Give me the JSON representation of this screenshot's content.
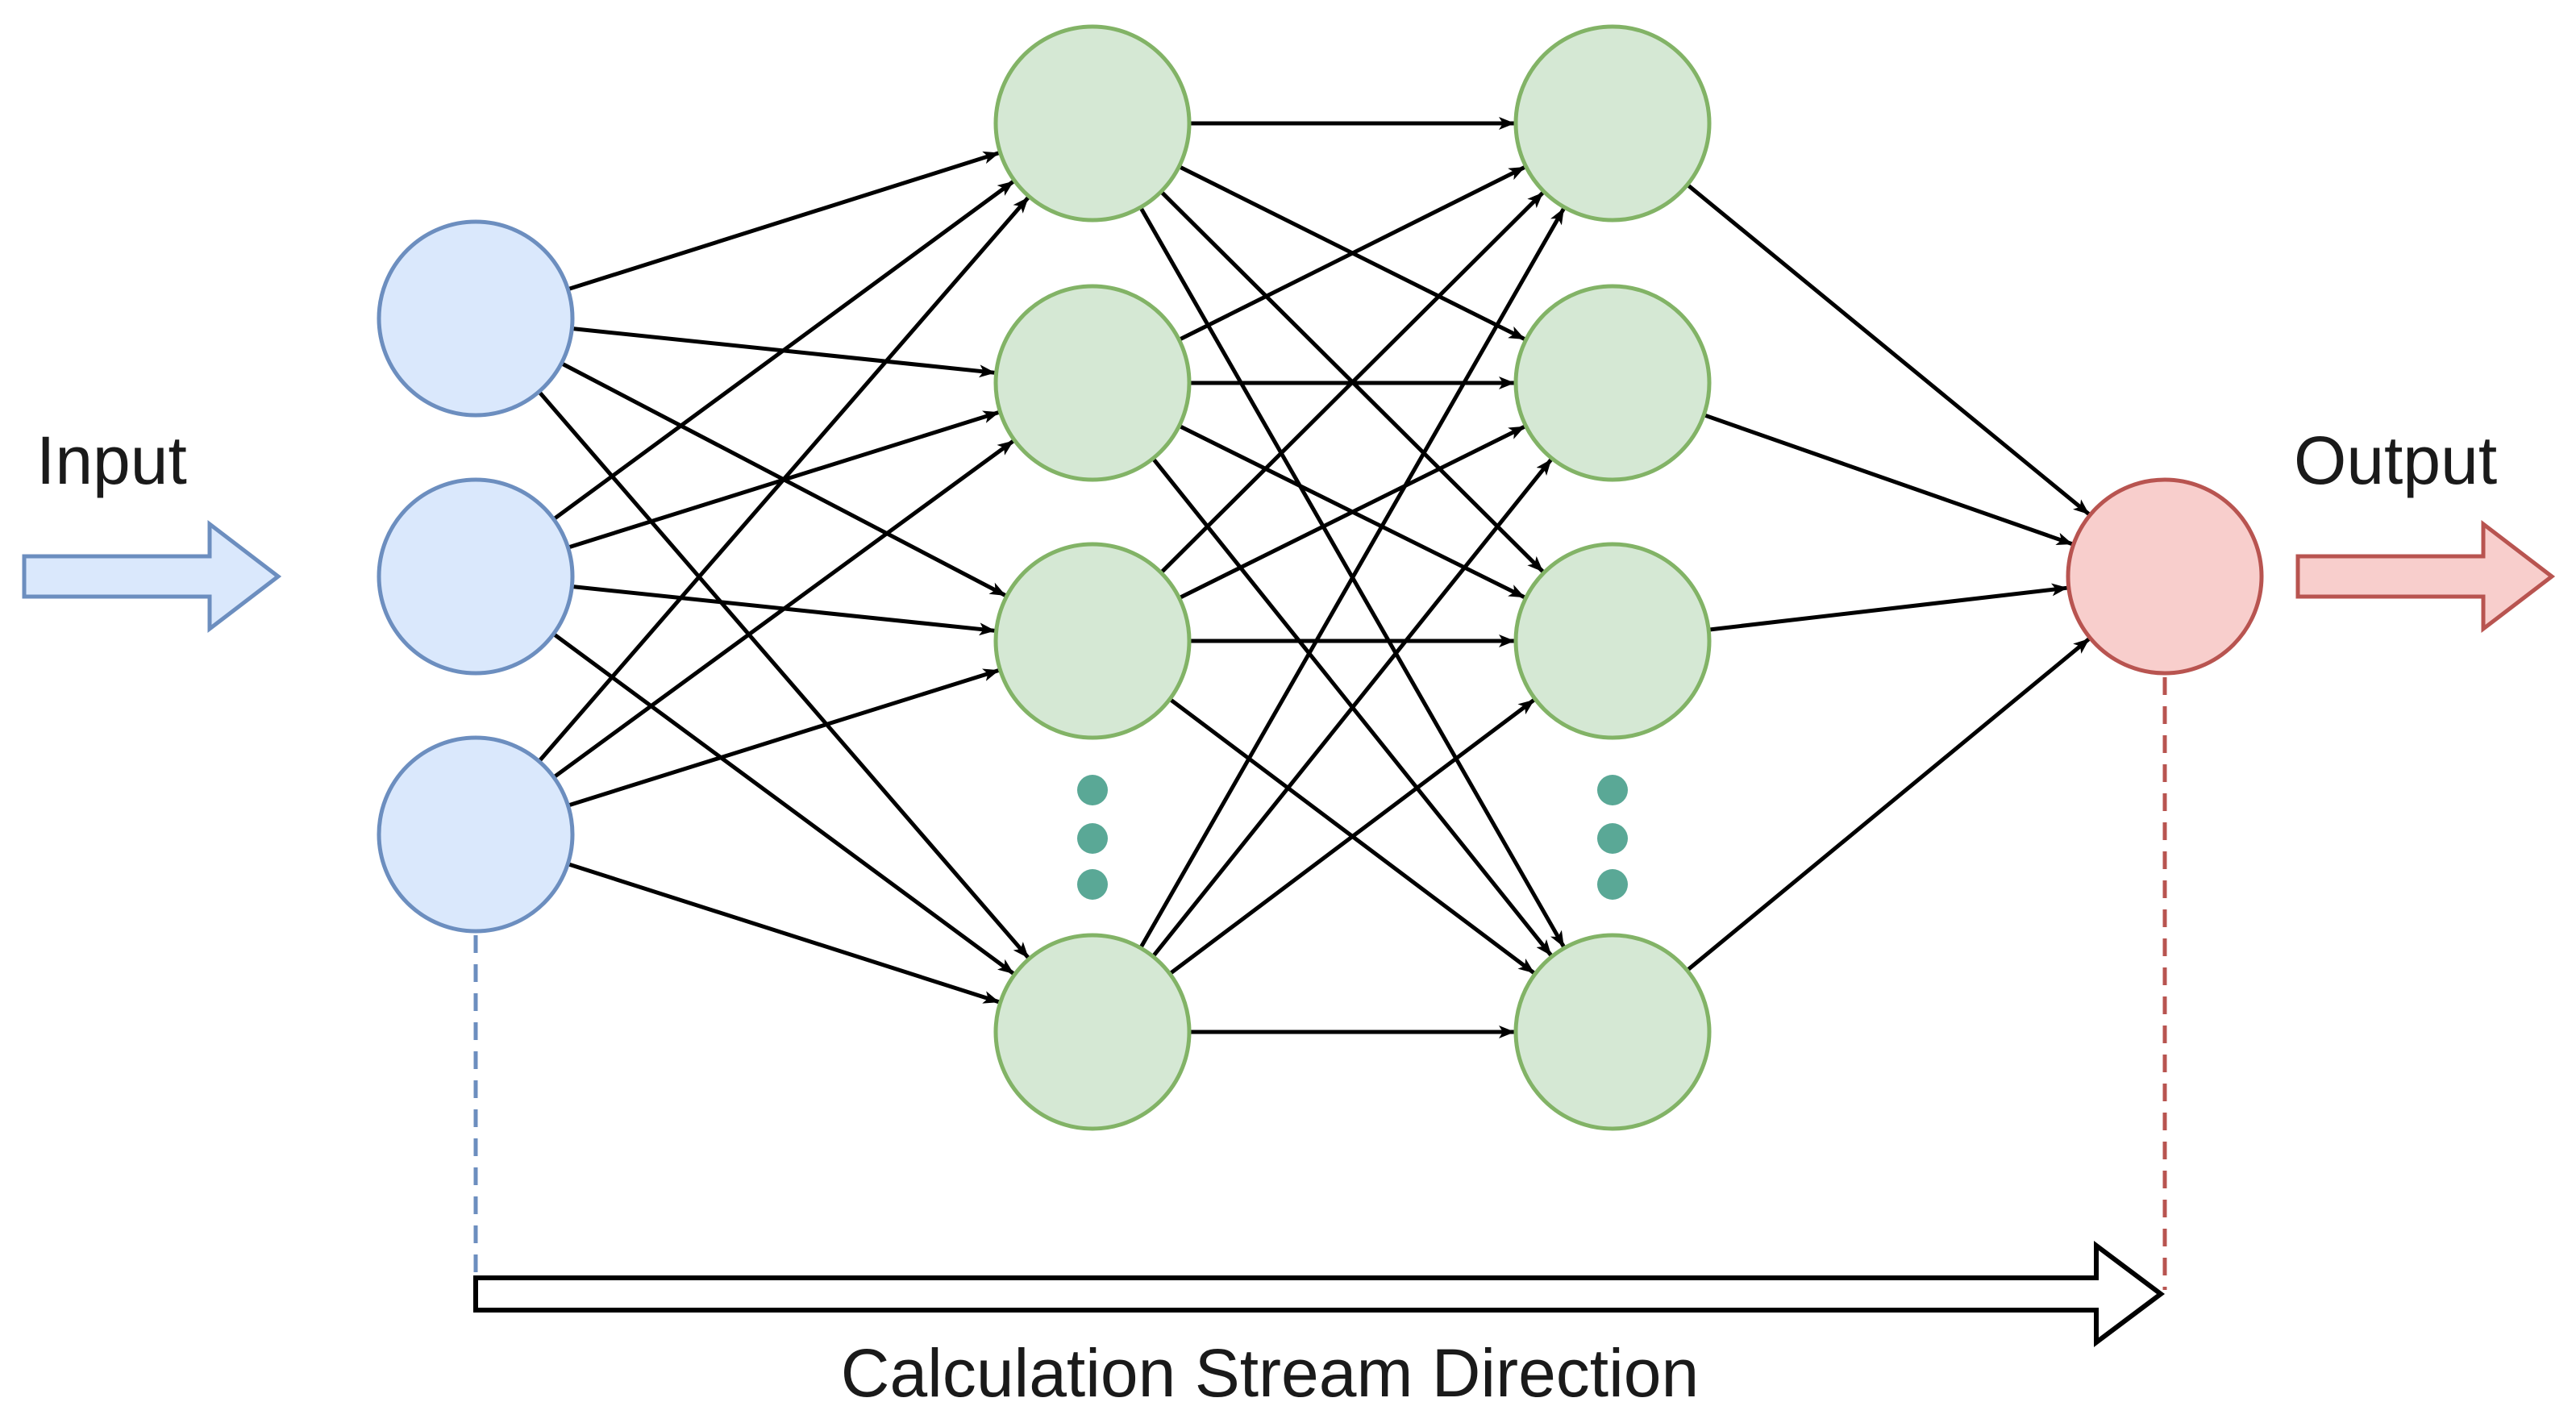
{
  "labels": {
    "input": "Input",
    "output": "Output",
    "stream": "Calculation Stream Direction"
  },
  "colors": {
    "input_fill": "#dae8fc",
    "input_stroke": "#6c8ebf",
    "hidden_fill": "#d5e8d4",
    "hidden_stroke": "#82b366",
    "output_fill": "#f8cecc",
    "output_stroke": "#b85450",
    "ellipsis_dots": "#5aa896",
    "edge": "#000000"
  },
  "network": {
    "input_layer": {
      "nodes": 3
    },
    "hidden_layer_1": {
      "nodes": 4,
      "ellipsis": true
    },
    "hidden_layer_2": {
      "nodes": 4,
      "ellipsis": true
    },
    "output_layer": {
      "nodes": 1
    },
    "connections": "fully-connected"
  }
}
